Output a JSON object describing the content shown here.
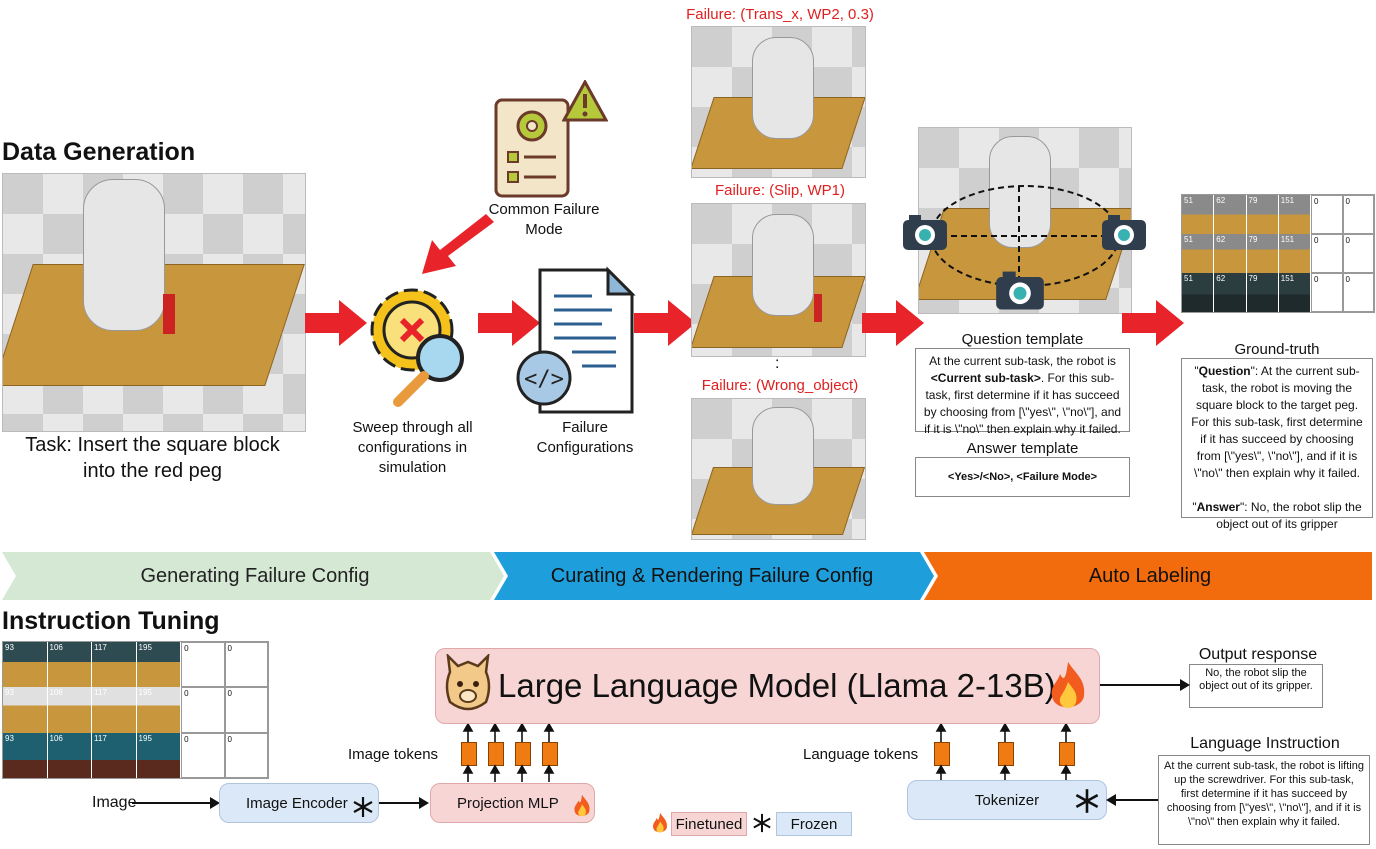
{
  "sections": {
    "data_generation": "Data Generation",
    "instruction_tuning": "Instruction Tuning"
  },
  "task_caption": "Task: Insert the square block into the red peg",
  "common_failure_mode": "Common Failure Mode",
  "sweep_caption": "Sweep through all configurations in simulation",
  "failure_configurations": "Failure Configurations",
  "failures": [
    "Failure: (Trans_x, WP2, 0.3)",
    "Failure: (Slip, WP1)",
    "Failure: (Wrong_object)"
  ],
  "ellipsis": ":",
  "question_template": {
    "title": "Question template",
    "text_before": "At the current sub-task, the robot is ",
    "bold": "<Current sub-task>",
    "text_after": ". For this sub-task, first determine if it has succeed by choosing from [\\\"yes\\\", \\\"no\\\"], and if it is \\\"no\\\" then explain why it failed."
  },
  "answer_template": {
    "title": "Answer template",
    "text": "<Yes>/<No>, <Failure Mode>"
  },
  "ground_truth": {
    "title": "Ground-truth",
    "q_label": "Question",
    "q_text": ": At the current sub-task, the robot is moving the square block to the target peg. For this sub-task, first determine if it has succeed by choosing from [\\\"yes\\\", \\\"no\\\"], and if it is \\\"no\\\" then explain why it failed.",
    "a_label": "Answer",
    "a_text": ": No, the robot slip the object out of its gripper"
  },
  "auto_grid": {
    "row_frames": [
      [
        "51",
        "62",
        "79",
        "151"
      ],
      [
        "51",
        "62",
        "79",
        "151"
      ],
      [
        "51",
        "62",
        "79",
        "151"
      ]
    ],
    "zero": "0"
  },
  "tuning_grid": {
    "row_frames": [
      [
        "93",
        "106",
        "117",
        "195"
      ],
      [
        "93",
        "106",
        "117",
        "195"
      ],
      [
        "93",
        "106",
        "117",
        "195"
      ]
    ],
    "zero": "0"
  },
  "stages": [
    "Generating Failure Config",
    "Curating & Rendering Failure Config",
    "Auto Labeling"
  ],
  "llm_label": "Large Language Model (Llama 2-13B)",
  "output_response": {
    "title": "Output response",
    "text": "No, the robot slip the object out of its gripper."
  },
  "image_tokens": "Image tokens",
  "language_tokens": "Language tokens",
  "image_label": "Image",
  "image_encoder": "Image Encoder",
  "projection_mlp": "Projection MLP",
  "tokenizer": "Tokenizer",
  "legend": {
    "finetuned": "Finetuned",
    "frozen": "Frozen"
  },
  "language_instruction": {
    "title": "Language Instruction",
    "text": "At the current sub-task, the robot is lifting up the screwdriver. For this sub-task, first determine if it has succeed by choosing from [\\\"yes\\\", \\\"no\\\"], and if it is \\\"no\\\" then explain why it failed."
  },
  "colors": {
    "arrow_red": "#e8232a",
    "stage_green": "#d5e8d4",
    "stage_blue": "#1e9fdc",
    "stage_orange": "#f26c0d",
    "llm_pink": "#f7d5d5",
    "frozen_blue": "#dbe8f7",
    "token_orange": "#ef7b12"
  },
  "icons": [
    "document-gear-icon",
    "warning-icon",
    "gear-search-icon",
    "code-file-icon",
    "camera-icon",
    "llama-icon",
    "fire-icon",
    "snowflake-icon"
  ]
}
